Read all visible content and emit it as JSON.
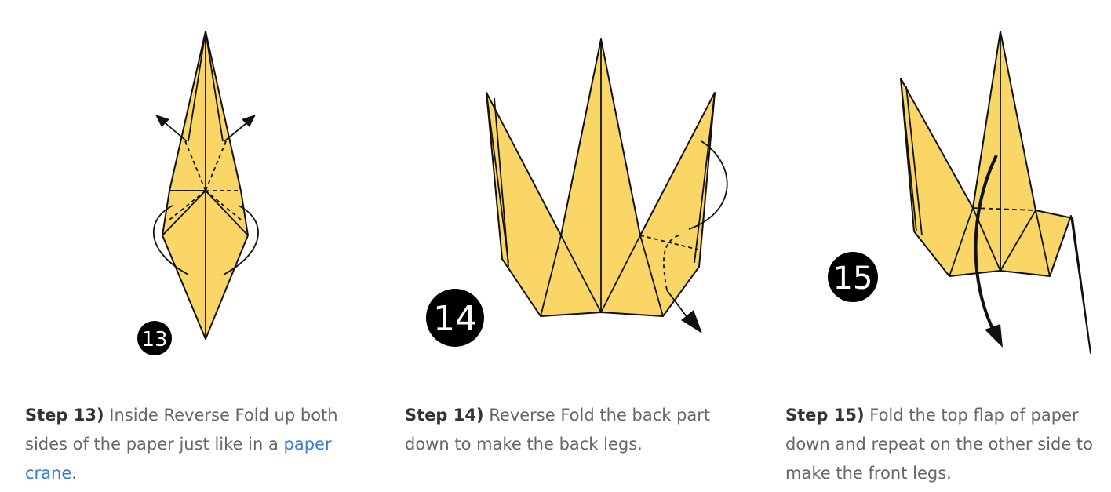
{
  "steps": [
    {
      "number": "13",
      "label": "Step 13)",
      "text_before": " Inside Reverse Fold up both sides of the paper just like in a ",
      "link": "paper crane",
      "text_after": "."
    },
    {
      "number": "14",
      "label": "Step 14)",
      "text_before": " Reverse Fold the back part down to make the back legs.",
      "link": "",
      "text_after": ""
    },
    {
      "number": "15",
      "label": "Step 15)",
      "text_before": " Fold the top flap of paper down and repeat on the other side to make the front legs.",
      "link": "",
      "text_after": ""
    }
  ],
  "colors": {
    "paper": "#f9d665",
    "paper_shadow": "#e9bf3f",
    "line": "#111111",
    "badge": "#000000",
    "badge_text": "#ffffff",
    "label_text": "#333333",
    "body_text": "#666666",
    "link": "#3a7bd5"
  }
}
